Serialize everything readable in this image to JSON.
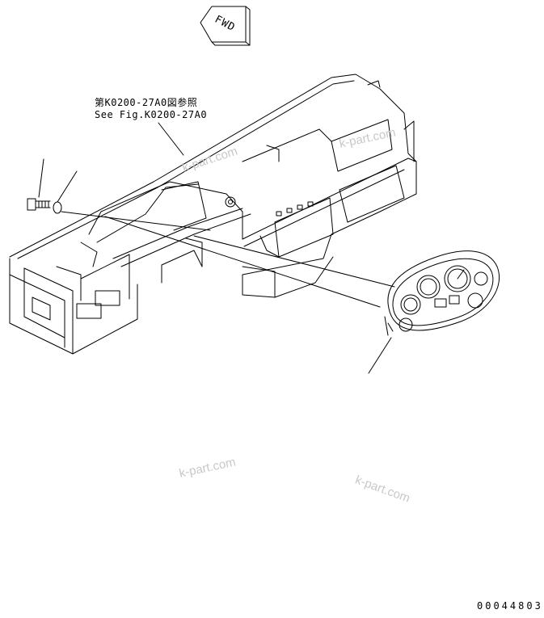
{
  "fwd_label": "FWD",
  "reference_note": {
    "line_jp": "第K0200-27A0図参照",
    "line_en": "See Fig.K0200-27A0"
  },
  "watermarks": [
    "k-part.com",
    "k-part.com",
    "k-part.com",
    "k-part.com"
  ],
  "drawing_number": "00044803"
}
